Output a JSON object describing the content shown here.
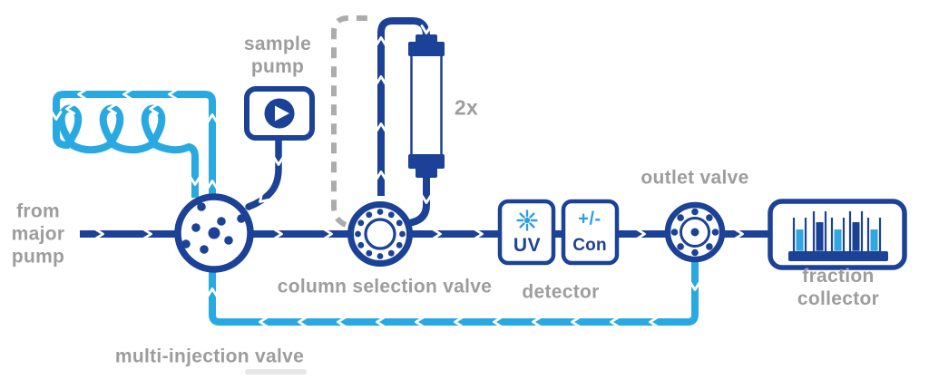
{
  "diagram": {
    "title_hint": "multi-injection chromatography flow scheme",
    "colors": {
      "navy": "#1b4296",
      "cyan": "#29a9e1",
      "cyan_icon": "#2f9fe0",
      "label_gray": "#9d9d9d",
      "dash_gray": "#acacac"
    },
    "labels": {
      "from_major_pump": "from\nmajor\npump",
      "sample_pump": "sample\npump",
      "column_multiplier": "2x",
      "multi_injection_valve": "multi-injection valve",
      "column_selection_valve": "column selection valve",
      "detector": "detector",
      "outlet_valve": "outlet valve",
      "fraction_collector": "fraction collector"
    },
    "detector_modules": {
      "uv": {
        "label": "UV",
        "icon": "starburst-icon"
      },
      "conductivity": {
        "sign": "+/-",
        "label": "Con"
      }
    },
    "icons": {
      "sample_pump": "play-icon",
      "valves": "rotary-valve-icon",
      "fraction_collector": "test-tubes-icon"
    }
  }
}
